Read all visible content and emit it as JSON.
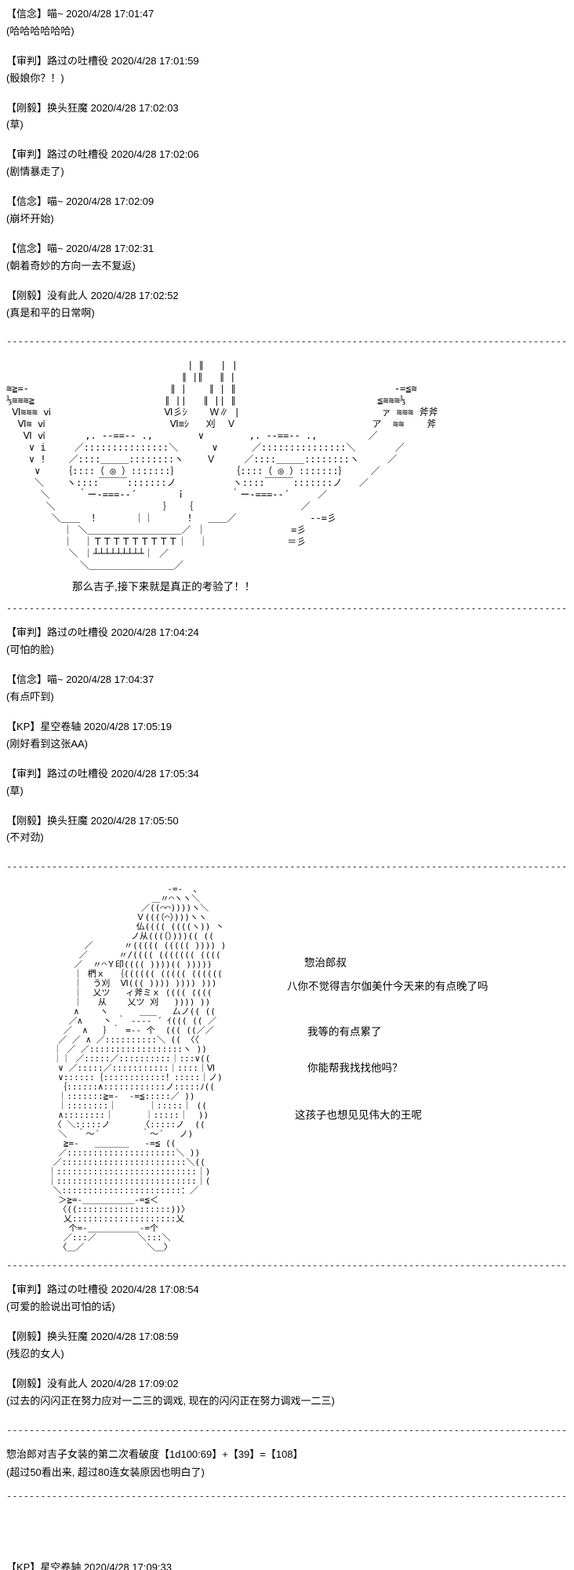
{
  "sep": "------------------------------------------------------------------------------------------------------------------------------------------------------------------------------------------------------------------------",
  "groups": {
    "g1": [
      {
        "tag": "【信念】",
        "user": "喵~",
        "time": "2020/4/28 17:01:47",
        "text": "(哈哈哈哈哈哈)"
      },
      {
        "tag": "【审判】",
        "user": "路过の吐槽役",
        "time": "2020/4/28 17:01:59",
        "text": "(骰娘你？！)"
      },
      {
        "tag": "【刚毅】",
        "user": "换头狂魔",
        "time": "2020/4/28 17:02:03",
        "text": "(草)"
      },
      {
        "tag": "【审判】",
        "user": "路过の吐槽役",
        "time": "2020/4/28 17:02:06",
        "text": "(剧情暴走了)"
      },
      {
        "tag": "【信念】",
        "user": "喵~",
        "time": "2020/4/28 17:02:09",
        "text": "(崩坏开始)"
      },
      {
        "tag": "【信念】",
        "user": "喵~",
        "time": "2020/4/28 17:02:31",
        "text": "(朝着奇妙的方向一去不复返)"
      },
      {
        "tag": "【刚毅】",
        "user": "没有此人",
        "time": "2020/4/28 17:02:52",
        "text": "(真是和平的日常啊)"
      }
    ],
    "g2": [
      {
        "tag": "【审判】",
        "user": "路过の吐槽役",
        "time": "2020/4/28 17:04:24",
        "text": "(可怕的脸)"
      },
      {
        "tag": "【信念】",
        "user": "喵~",
        "time": "2020/4/28 17:04:37",
        "text": "(有点吓到)"
      },
      {
        "tag": "【KP】",
        "user": "星空卷轴",
        "time": "2020/4/28 17:05:19",
        "text": "(刚好看到这张AA)"
      },
      {
        "tag": "【审判】",
        "user": "路过の吐槽役",
        "time": "2020/4/28 17:05:34",
        "text": "(草)"
      },
      {
        "tag": "【刚毅】",
        "user": "换头狂魔",
        "time": "2020/4/28 17:05:50",
        "text": "(不对劲)"
      }
    ],
    "g3": [
      {
        "tag": "【审判】",
        "user": "路过の吐槽役",
        "time": "2020/4/28 17:08:54",
        "text": "(可爱的脸说出可怕的话)"
      },
      {
        "tag": "【刚毅】",
        "user": "换头狂魔",
        "time": "2020/4/28 17:08:59",
        "text": "(残忍的女人)"
      },
      {
        "tag": "【刚毅】",
        "user": "没有此人",
        "time": "2020/4/28 17:09:02",
        "text": "(过去的闪闪正在努力应对一二三的调戏, 现在的闪闪正在努力调戏一二三)"
      }
    ]
  },
  "aa1": {
    "art": [
      "                                ∣ ∥   ∣ ∣",
      "                               ∥ ∣∥   ∥ ∣",
      "≋≧=-                         ∥ ∣    ∥ ∣ ∥                            -=≦≋",
      "⅓≋≋≋≧                       ∥ ∣∣   ∥ ∣∣ ∥                         ≦≋≋≋⅓",
      " Ⅵ≋≋≋ ⅵ                    Ⅵ彡ｼ    Ｗ∥ ∣                         ァ ≋≋≋ 斧斧",
      "  Ⅵ≋ ⅵ                      Ⅵ≡ｼ   刈  Ｖ                        ア  ≋≋    斧",
      "   Ⅵ ⅵ       ,. -‐==‐- .,        ∨        ,. -‐==‐- .,         ／",
      "    ∨ i     ／:::::::::::::::＼      ∨      ／:::::::::::::::＼       ／",
      "    ∨ !    ／::::＿＿＿::::::::ヽ    Ｖ     ／::::＿＿＿::::::::ヽ     ／",
      "     ∨    ｛::::（ ◎ ）:::::::｝         ｛::::（ ◎ ）:::::::｝    ／",
      "     ＼    ヽ::::￣￣￣:::::::ノ          ヽ::::￣￣￣:::::::ノ   ／",
      "      ＼     ｀ー-===-‐´       ｉ        ｀ー-===-‐´     ／",
      "       ＼                   ｝  ｛                   ／",
      "        ＼＿＿  ！      ｜｜      ！  ＿＿／             -‐=彡",
      "          ｜ ＼＿＿＿＿＿＿＿＿＿＿／ ｜               =彡",
      "          ｜  ｜ＴＴＴＴＴＴＴＴＴ｜  ｜              ＝彡",
      "           ＼ ｜┴┴┴┴┴┴┴┴┴｜ ／",
      "             ＼＿＿＿＿＿＿＿＿＿／"
    ],
    "caption": "那么吉子,接下来就是真正的考验了！！"
  },
  "aa2": {
    "art": [
      "                               -=-  、",
      "                            ＿〃⌒ヽヽ＼",
      "                          ／((⌒⌒))))ヽ＼",
      "                         Ｖ(((（⌒）)))ヽヽ",
      "                         仏(((( ((((ヽ)) 丶",
      "                        ノ从(((（）)))(( ((",
      "               ／      〃((((( ((((( )))) )",
      "              ／      〃/(((( ((((((( ((((",
      "             ／  〃⌒Ｙ印(((( ))))(( )))))",
      "             ｜ 椚ｘ  ｛(((((( ((((( ((((((",
      "             ｜  う刈  Ⅵ((( )))) )))) )))",
      "             ｜  乂ツ   ィ斧ミｘ (((( ((((",
      "             ｜   从    乂ツ 刈   )))) ))",
      "             ∧    ヽ      ＿＿   厶ノ(( ((",
      "            ／∧    丶 ｀ ‐--‐ ´ ｲ((( (( ／",
      "           ／  ∧   ｝｀ =-‐ 个  ((( ((／／",
      "          ／ ／ ∧ ／::::::::::＼ (( 〈〈",
      "         ｜ ／ ／::::::::::::::::::ヽ ))",
      "         ｜｜ ／:::::／::::::::::｜:::∨((",
      "          ∨ ／:::::／:::::::::::｜::::｜Ⅵ",
      "          ∨::::::｛::::::::::::！:::::｜ノ)",
      "          ｛::::::∧::::::::::::ノ:::::ﾉ((",
      "          ｜:::::::≧=-  -=≦:::::／ ))",
      "          ｜::::::::｜      ｜:::::｜ ((",
      "          ∧::::::::｜      ｜:::::｜  ))",
      "         〈 ＼:::::ノ      〈:::::ノ  ((",
      "          ＼  ｀～´        ｀～´   ノ)",
      "           ≧=-   ＿＿＿＿   -=≦ ((",
      "          ／:::::::::::::::::::::＼ ))",
      "         ／::::::::::::::::::::::::＼((",
      "        ｜:::::::::::::::::::::::::::｜)",
      "        ｜:::::::::::::::::::::::::::｜(",
      "         ＼:::::::::::::::::::::::：／",
      "          ＞≧=-＿＿＿＿＿＿-=≦＜",
      "          〈((::::::::::::::::::))〉",
      "           乂::::::::::::::::::::乂",
      "            个=-＿＿＿＿＿＿-=个",
      "           ／:::／        ＼:::＼",
      "          〈＿／            ＼＿〉",
      ""
    ],
    "dialogue": [
      "惣治郎叔",
      "八你不觉得吉尔伽美什今天来的有点晚了吗",
      "我等的有点累了",
      "你能帮我找找他吗？",
      "这孩子也想见见伟大的王呢"
    ]
  },
  "dice": {
    "line": "惣治郎对吉子女装的第二次看破度【1d100:69】+【39】=【108】",
    "note": "(超过50看出来, 超过80连女装原因也明白了)"
  },
  "footer": {
    "header": "【KP】星空卷轴 2020/4/28 17:09:33"
  }
}
